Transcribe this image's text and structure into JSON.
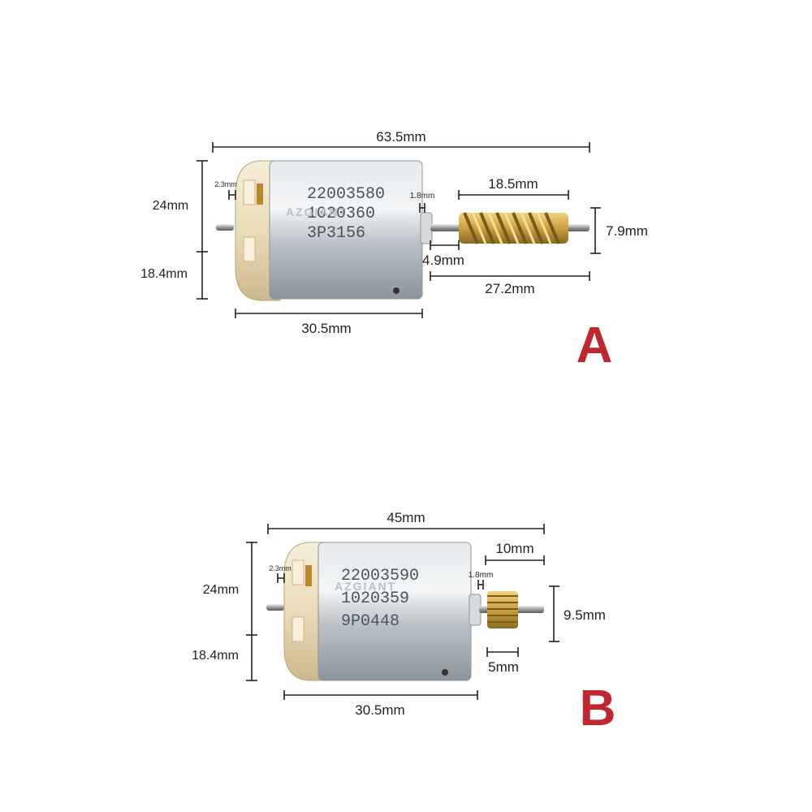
{
  "colors": {
    "label_red": "#c0262d",
    "dimension_line": "#222222",
    "motor_can": "#c9cfd4",
    "end_cap": "#efe3c6",
    "brass": "#c9a042"
  },
  "motor_a": {
    "label": "A",
    "stamp": [
      "22003580",
      "1020360",
      "3P3156"
    ],
    "watermark": "AZGIANT",
    "dims": {
      "overall_length": "63.5mm",
      "height_upper": "24mm",
      "height_lower": "18.4mm",
      "cap_tab": "2.3mm",
      "shaft_gap": "1.8mm",
      "worm_length": "18.5mm",
      "worm_diameter": "7.9mm",
      "shaft_collar": "4.9mm",
      "shaft_length": "27.2mm",
      "body_length": "30.5mm"
    }
  },
  "motor_b": {
    "label": "B",
    "stamp": [
      "22003590",
      "1020359",
      "9P0448"
    ],
    "watermark": "AZGIANT",
    "dims": {
      "overall_length": "45mm",
      "height_upper": "24mm",
      "height_lower": "18.4mm",
      "cap_tab": "2.3mm",
      "shaft_gap": "1.8mm",
      "shaft_length": "10mm",
      "gear_diameter": "9.5mm",
      "gear_length": "5mm",
      "body_length": "30.5mm"
    }
  }
}
